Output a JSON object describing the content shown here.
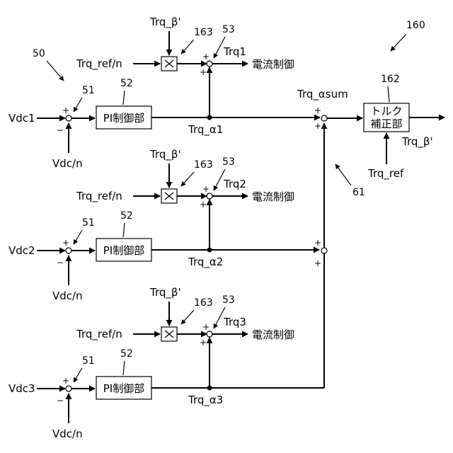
{
  "diagram": {
    "ref_main": "160",
    "ref_ctrl": "50",
    "ref_bus": "61",
    "correction_block": {
      "line1": "トルク",
      "line2": "補正部",
      "ref": "162"
    },
    "sum_label": "Trq_αsum",
    "beta_out": "Trq_β'",
    "trq_ref": "Trq_ref",
    "sign_plus": "+",
    "sign_minus": "−",
    "rows": [
      {
        "vdc": "Vdc1",
        "vdc_n": "Vdc/n",
        "ref_51": "51",
        "ref_52": "52",
        "pi": "PI制御部",
        "alpha": "Trq_α1",
        "trq_ref_n": "Trq_ref/n",
        "beta": "Trq_β'",
        "ref_163": "163",
        "ref_53": "53",
        "trq": "Trq1",
        "current": "電流制御"
      },
      {
        "vdc": "Vdc2",
        "vdc_n": "Vdc/n",
        "ref_51": "51",
        "ref_52": "52",
        "pi": "PI制御部",
        "alpha": "Trq_α2",
        "trq_ref_n": "Trq_ref/n",
        "beta": "Trq_β'",
        "ref_163": "163",
        "ref_53": "53",
        "trq": "Trq2",
        "current": "電流制御"
      },
      {
        "vdc": "Vdc3",
        "vdc_n": "Vdc/n",
        "ref_51": "51",
        "ref_52": "52",
        "pi": "PI制御部",
        "alpha": "Trq_α3",
        "trq_ref_n": "Trq_ref/n",
        "beta": "Trq_β'",
        "ref_163": "163",
        "ref_53": "53",
        "trq": "Trq3",
        "current": "電流制御"
      }
    ]
  }
}
